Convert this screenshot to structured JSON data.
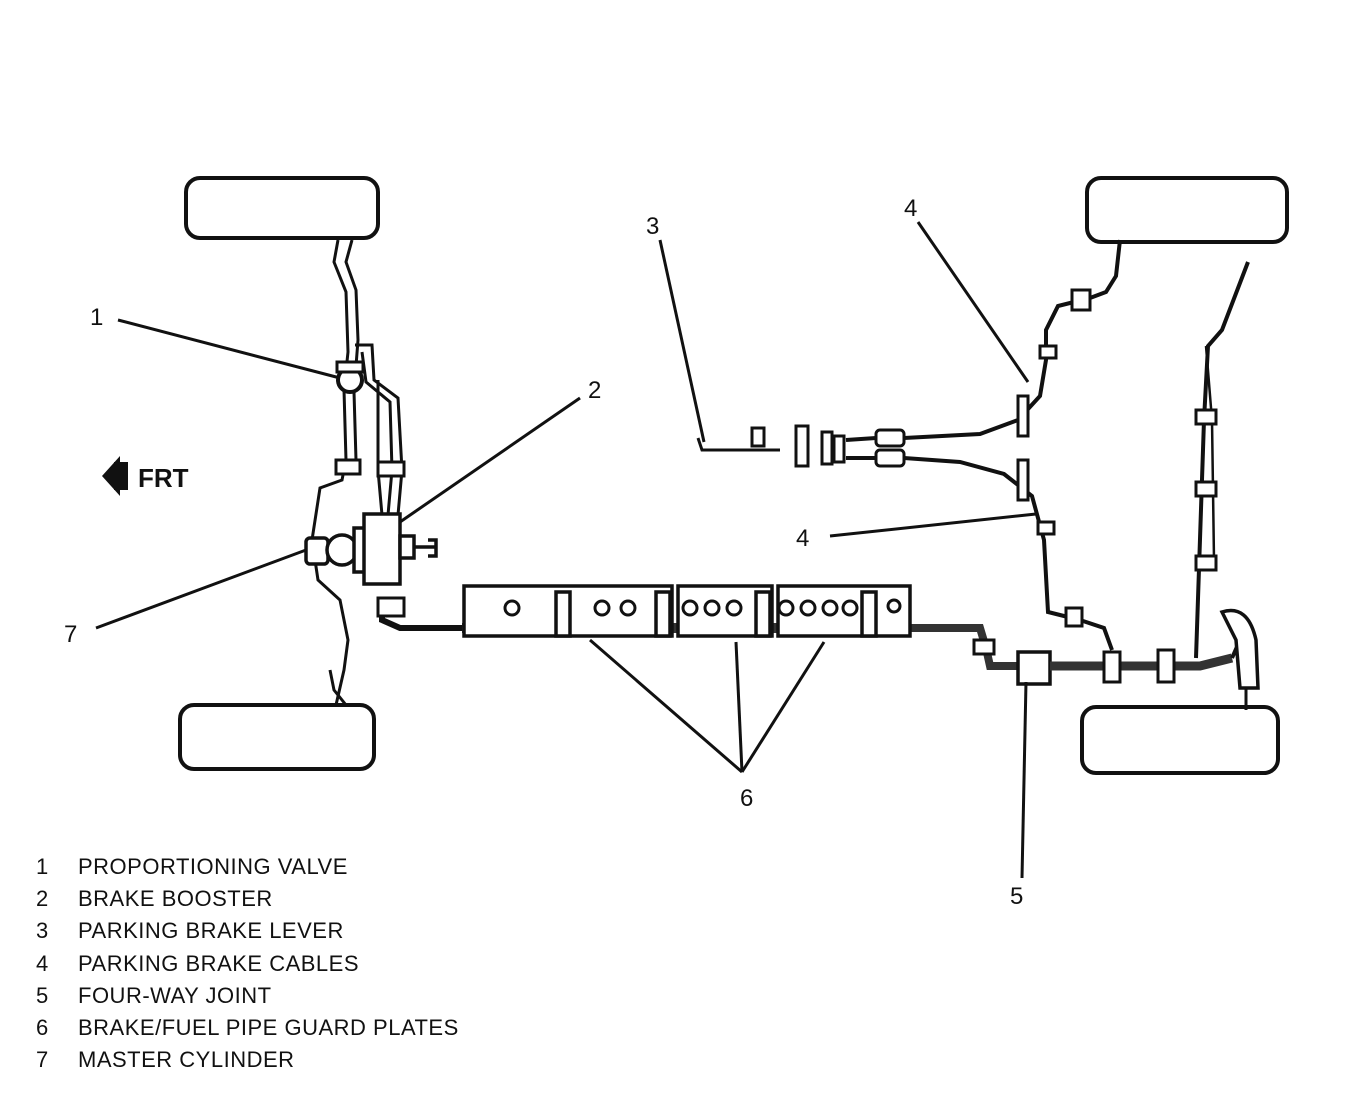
{
  "direction_label": "FRT",
  "callouts": [
    {
      "id": "1",
      "text": "1"
    },
    {
      "id": "2",
      "text": "2"
    },
    {
      "id": "3",
      "text": "3"
    },
    {
      "id": "4a",
      "text": "4"
    },
    {
      "id": "4b",
      "text": "4"
    },
    {
      "id": "5",
      "text": "5"
    },
    {
      "id": "6",
      "text": "6"
    },
    {
      "id": "7",
      "text": "7"
    }
  ],
  "legend": [
    {
      "num": "1",
      "text": "PROPORTIONING VALVE"
    },
    {
      "num": "2",
      "text": "BRAKE BOOSTER"
    },
    {
      "num": "3",
      "text": "PARKING BRAKE LEVER"
    },
    {
      "num": "4",
      "text": "PARKING BRAKE CABLES"
    },
    {
      "num": "5",
      "text": "FOUR-WAY JOINT"
    },
    {
      "num": "6",
      "text": "BRAKE/FUEL PIPE GUARD PLATES"
    },
    {
      "num": "7",
      "text": "MASTER CYLINDER"
    }
  ]
}
